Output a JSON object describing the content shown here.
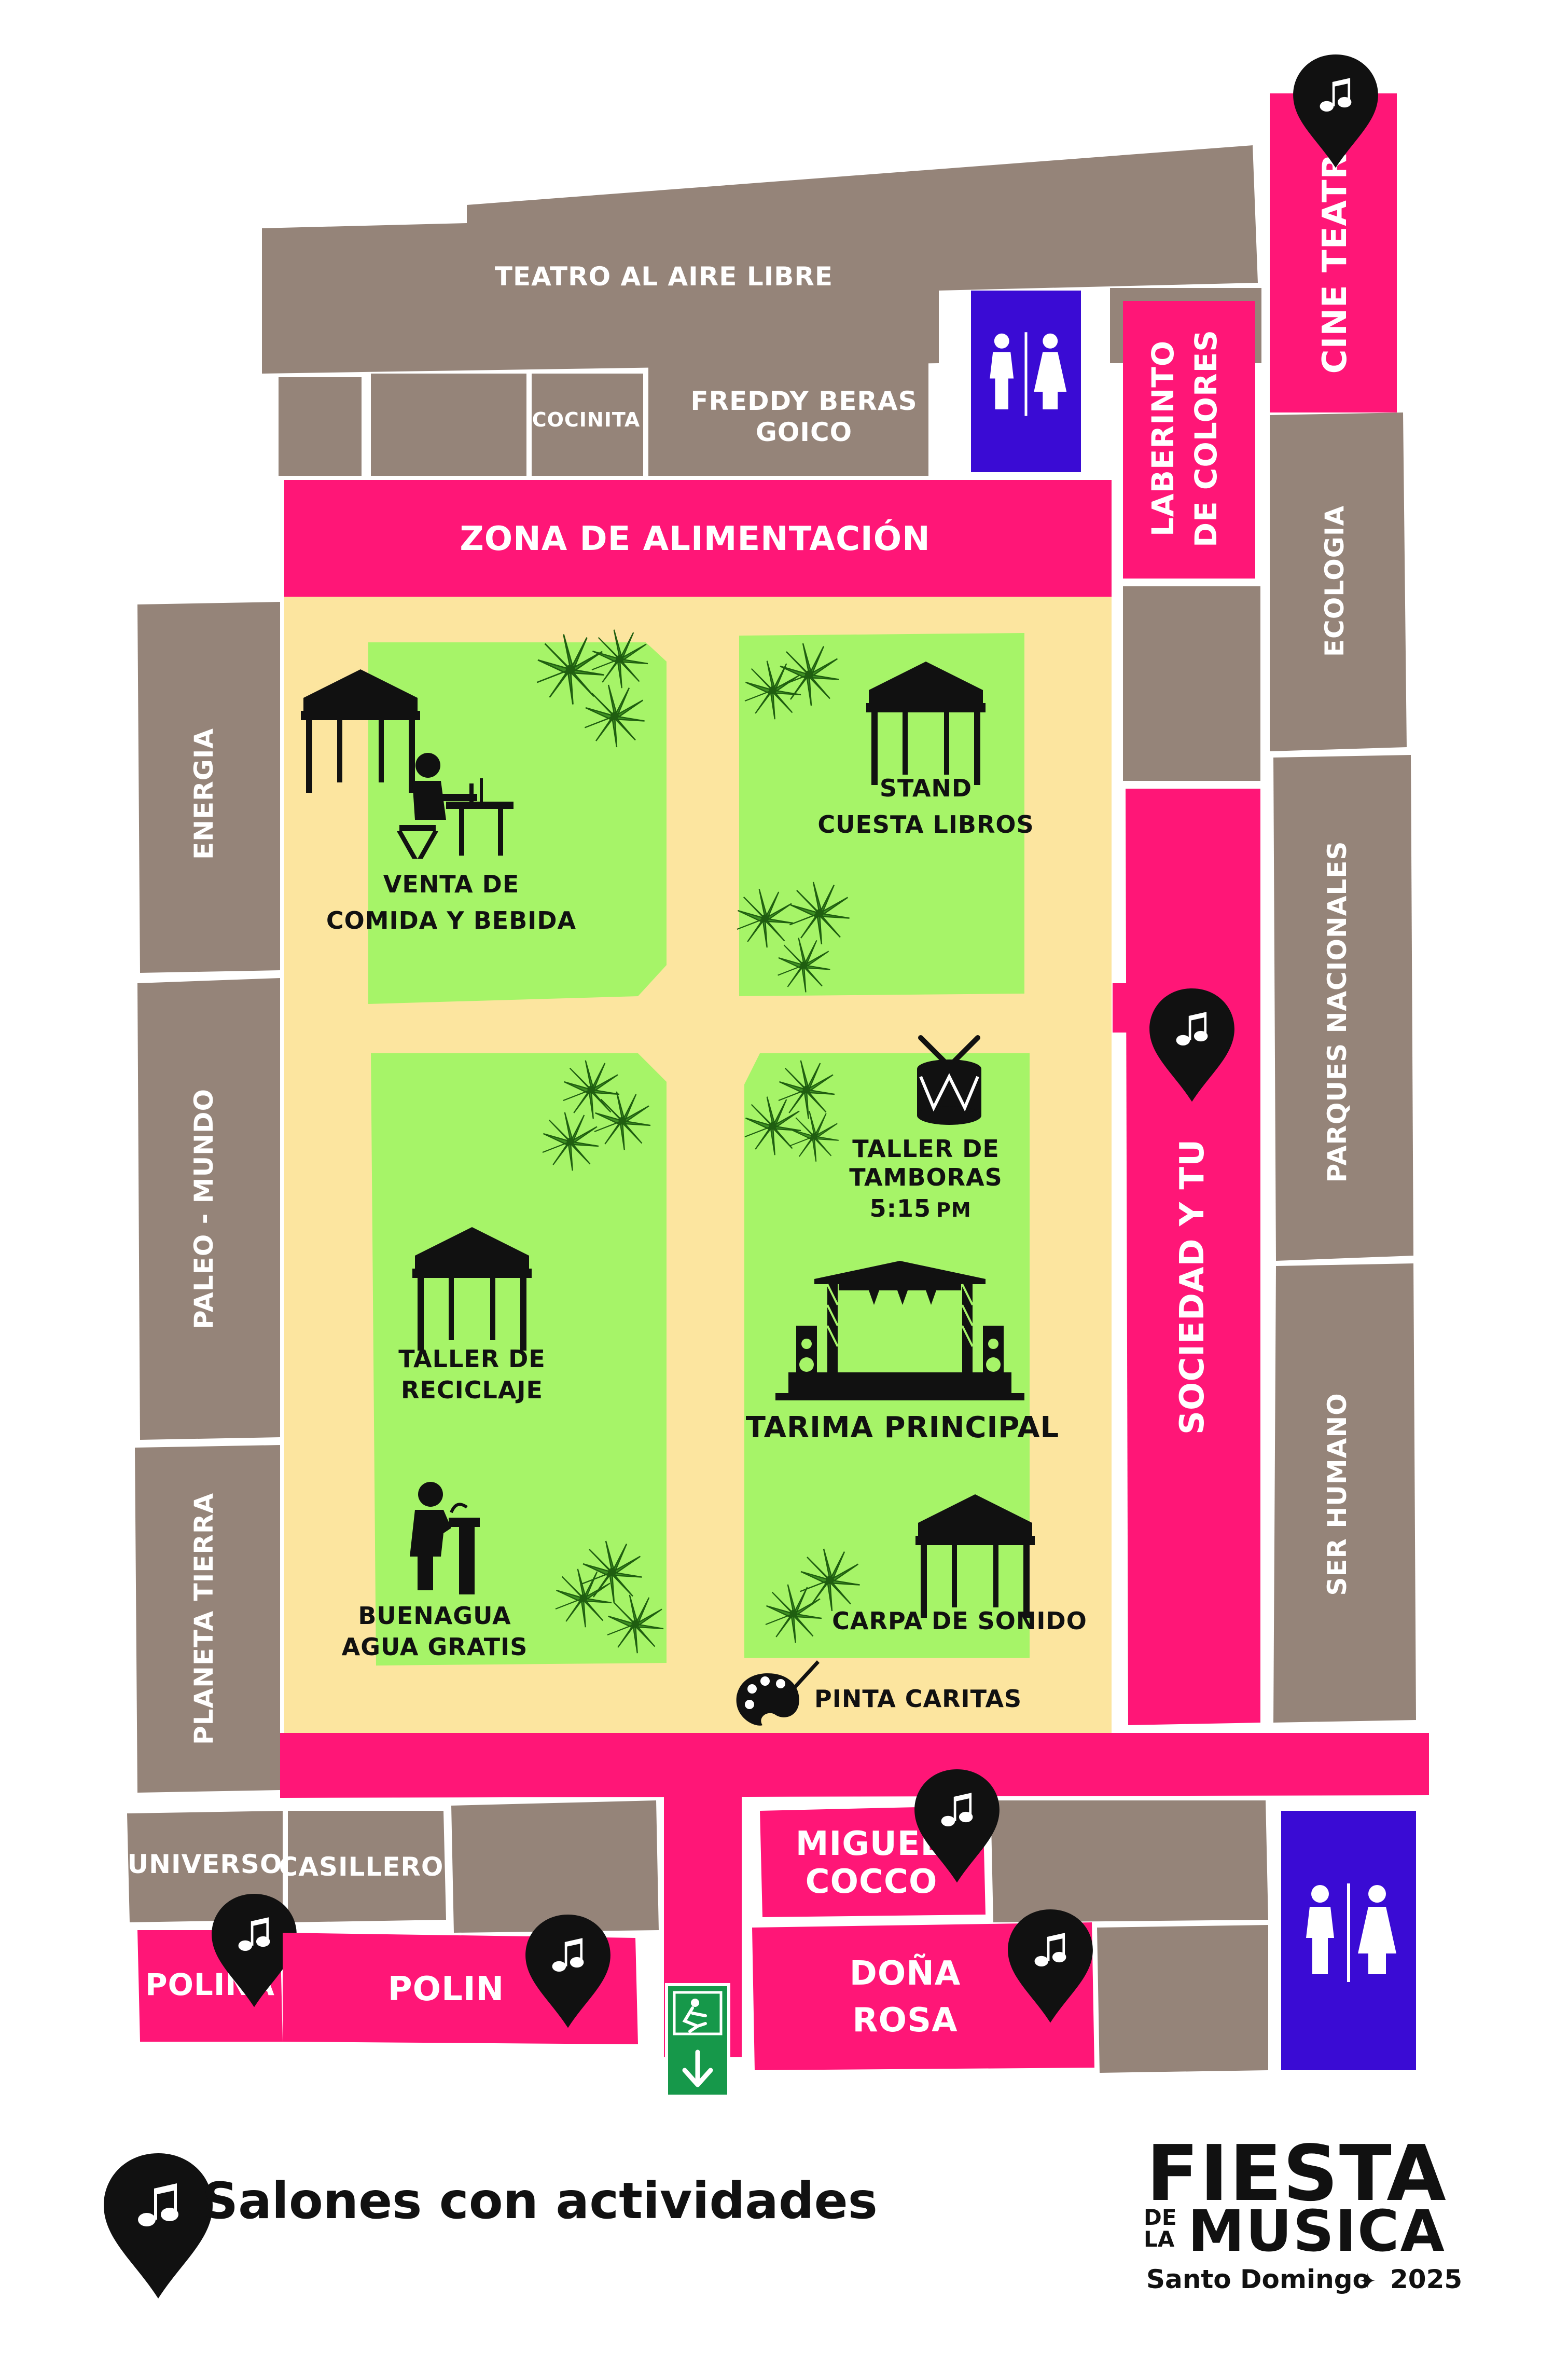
{
  "colors": {
    "building": "#958479",
    "pink": "#ff1677",
    "blue": "#3a0bd4",
    "grass": "#a6f468",
    "sand": "#fce59f",
    "exit": "#16984a",
    "ink": "#111111"
  },
  "buildings": {
    "teatro_al_aire_libre": "TEATRO AL AIRE LIBRE",
    "cocinita": "COCINITA",
    "freddy_beras_1": "FREDDY BERAS",
    "freddy_beras_2": "GOICO",
    "energia": "ENERGIA",
    "paleo_mundo": "PALEO - MUNDO",
    "planeta_tierra": "PLANETA TIERRA",
    "universo": "UNIVERSO",
    "casilleros": "CASILLEROS",
    "ecologia": "ECOLOGIA",
    "parques_nacionales": "PARQUES NACIONALES",
    "ser_humano": "SER HUMANO"
  },
  "halls": {
    "zona_alimentacion": "ZONA DE ALIMENTACIÓN",
    "cine_teatro": "CINE TEATRO",
    "laberinto_1": "LABERINTO",
    "laberinto_2": "DE COLORES",
    "sociedad_y_tu": "SOCIEDAD Y TU",
    "miguel_1": "MIGUEL",
    "miguel_2": "COCCO",
    "dona_rosa_1": "DOÑA",
    "dona_rosa_2": "ROSA",
    "polina": "POLINA",
    "polin": "POLIN"
  },
  "activities": {
    "venta_1": "VENTA DE",
    "venta_2": "COMIDA Y BEBIDA",
    "stand_1": "STAND",
    "stand_2": "CUESTA LIBROS",
    "tamboras_1": "TALLER DE",
    "tamboras_2": "TAMBORAS",
    "tamboras_time": "5:15",
    "tamboras_pm": "PM",
    "reciclaje_1": "TALLER DE",
    "reciclaje_2": "RECICLAJE",
    "tarima": "TARIMA PRINCIPAL",
    "buenagua_1": "BUENAGUA",
    "buenagua_2": "AGUA GRATIS",
    "carpa_sonido": "CARPA DE SONIDO",
    "pinta_caritas": "PINTA CARITAS"
  },
  "icons": {
    "music_pin": "music-pin-icon",
    "restroom": "restroom-icon",
    "tent": "tent-icon",
    "tree": "tree-icon",
    "diner": "diner-icon",
    "drum": "drum-icon",
    "stage": "stage-icon",
    "water_fountain": "water-fountain-icon",
    "palette": "palette-icon",
    "exit": "emergency-exit-icon"
  },
  "legend": {
    "label": "Salones con actividades"
  },
  "brand": {
    "line1": "FIESTA",
    "de": "DE",
    "la": "LA",
    "line2": "MUSICA",
    "city": "Santo Domingo",
    "separator": "✦",
    "year": "2025"
  }
}
